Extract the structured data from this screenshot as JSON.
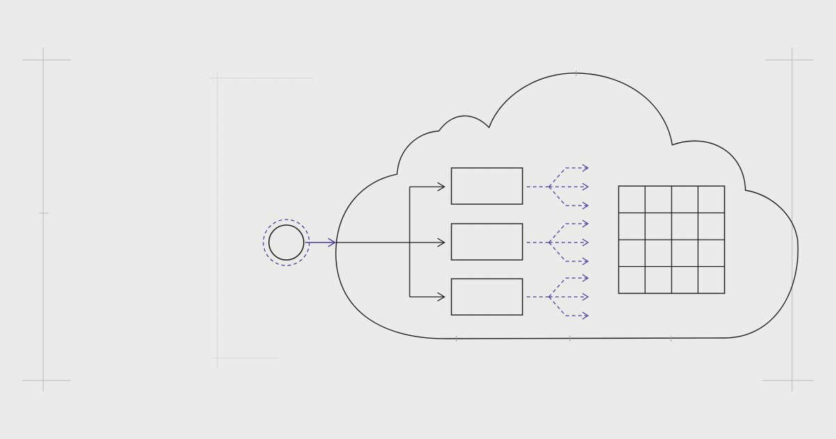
{
  "diagram": {
    "colors": {
      "background": "#ebebe9",
      "ink": "#1e1e1e",
      "accent": "#4a3aa0",
      "guide": "#c9c9c6",
      "grid": "#dcdcd9"
    },
    "nodes": {
      "client": {
        "shape": "circle-with-dashed-halo"
      },
      "cloud": {
        "shape": "cloud-outline"
      },
      "services": [
        {
          "shape": "rectangle",
          "fanout_arrows": 3
        },
        {
          "shape": "rectangle",
          "fanout_arrows": 3
        },
        {
          "shape": "rectangle",
          "fanout_arrows": 3
        }
      ],
      "data_grid": {
        "rows": 4,
        "cols": 4
      }
    },
    "edges": {
      "client_to_cloud": {
        "style": "solid",
        "color": "accent"
      },
      "cloud_to_services": {
        "style": "solid",
        "color": "ink"
      },
      "service_fanout": {
        "style": "dashed",
        "color": "accent"
      }
    }
  }
}
